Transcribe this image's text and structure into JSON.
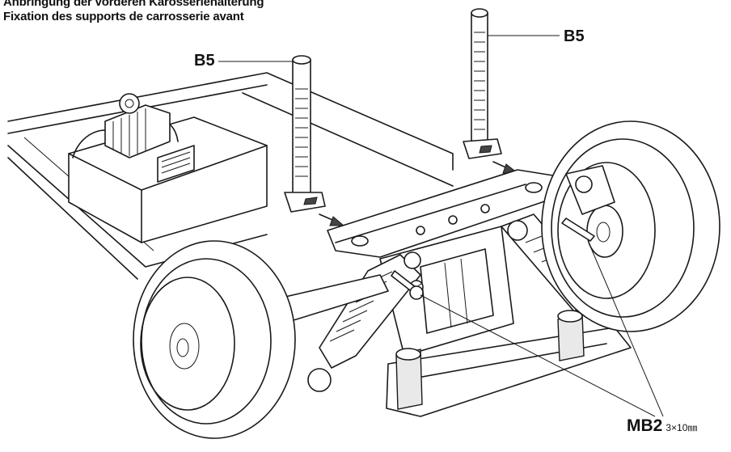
{
  "header": {
    "title_de": "Anbringung der vorderen Karosseriehalterung",
    "title_fr": "Fixation des supports de carrosserie avant"
  },
  "callouts": {
    "b5_left": "B5",
    "b5_right": "B5",
    "mb2_part": "MB2",
    "mb2_spec": "3×10㎜"
  }
}
